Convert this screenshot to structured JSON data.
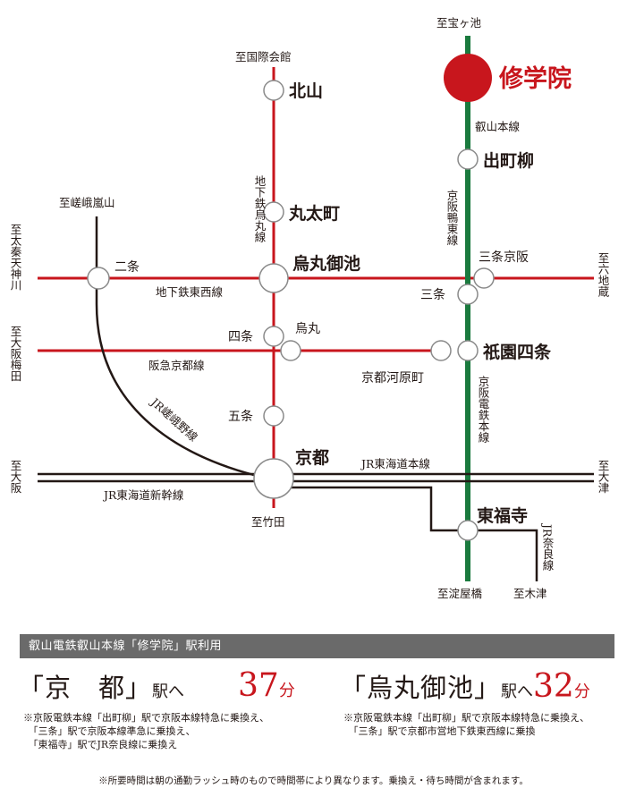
{
  "colors": {
    "subway": "#c8161d",
    "eizan": "#1a7a3e",
    "jr": "#231815",
    "bar": "#6a6a6a",
    "accent": "#c8161d"
  },
  "map": {
    "directions": {
      "takaragaike": "至宝ヶ池",
      "kokusai_kaikan": "至国際会館",
      "saga_arashiyama": "至嵯峨嵐山",
      "uzumasa_tenjingawa": "至太秦天神川",
      "rokujizo": "至六地蔵",
      "osaka_umeda": "至大阪梅田",
      "osaka": "至大阪",
      "otsu": "至大津",
      "takeda": "至竹田",
      "yodoyabashi": "至淀屋橋",
      "kizu": "至木津"
    },
    "stations": {
      "shugakuin": "修学院",
      "demachiyanagi": "出町柳",
      "kitayama": "北山",
      "marutamachi": "丸太町",
      "karasuma_oike": "烏丸御池",
      "nijo": "二条",
      "sanjo_keihan": "三条京阪",
      "sanjo": "三条",
      "shijo": "四条",
      "karasuma": "烏丸",
      "kyoto_kawaramachi": "京都河原町",
      "gion_shijo": "祇園四条",
      "gojo": "五条",
      "kyoto": "京都",
      "tofukuji": "東福寺"
    },
    "lines": {
      "eizan_main": "叡山本線",
      "keihan_oto": "京阪鴨東線",
      "subway_karasuma": "地下鉄烏丸線",
      "subway_tozai": "地下鉄東西線",
      "hankyu_kyoto": "阪急京都線",
      "jr_sagano": "JR嵯峨野線",
      "keihan_main": "京阪電鉄本線",
      "jr_tokaido": "JR東海道本線",
      "jr_shinkansen": "JR東海道新幹線",
      "jr_nara": "JR奈良線"
    }
  },
  "info": {
    "bar_text": "叡山電鉄叡山本線「修学院」駅利用",
    "routes": [
      {
        "dest": "「京　都」",
        "suffix": "駅へ",
        "minutes": "37",
        "unit": "分",
        "note": "※京阪電鉄本線「出町柳」駅で京阪本線特急に乗換え、\n　「三条」駅で京阪本線準急に乗換え、\n　「東福寺」駅でJR奈良線に乗換え"
      },
      {
        "dest": "「烏丸御池」",
        "suffix": "駅へ",
        "minutes": "32",
        "unit": "分",
        "note": "※京阪電鉄本線「出町柳」駅で京阪本線特急に乗換え、\n　「三条」駅で京都市営地下鉄東西線に乗換"
      }
    ],
    "footnote": "※所要時間は朝の通勤ラッシュ時のもので時間帯により異なります。乗換え・待ち時間が含まれます。"
  }
}
